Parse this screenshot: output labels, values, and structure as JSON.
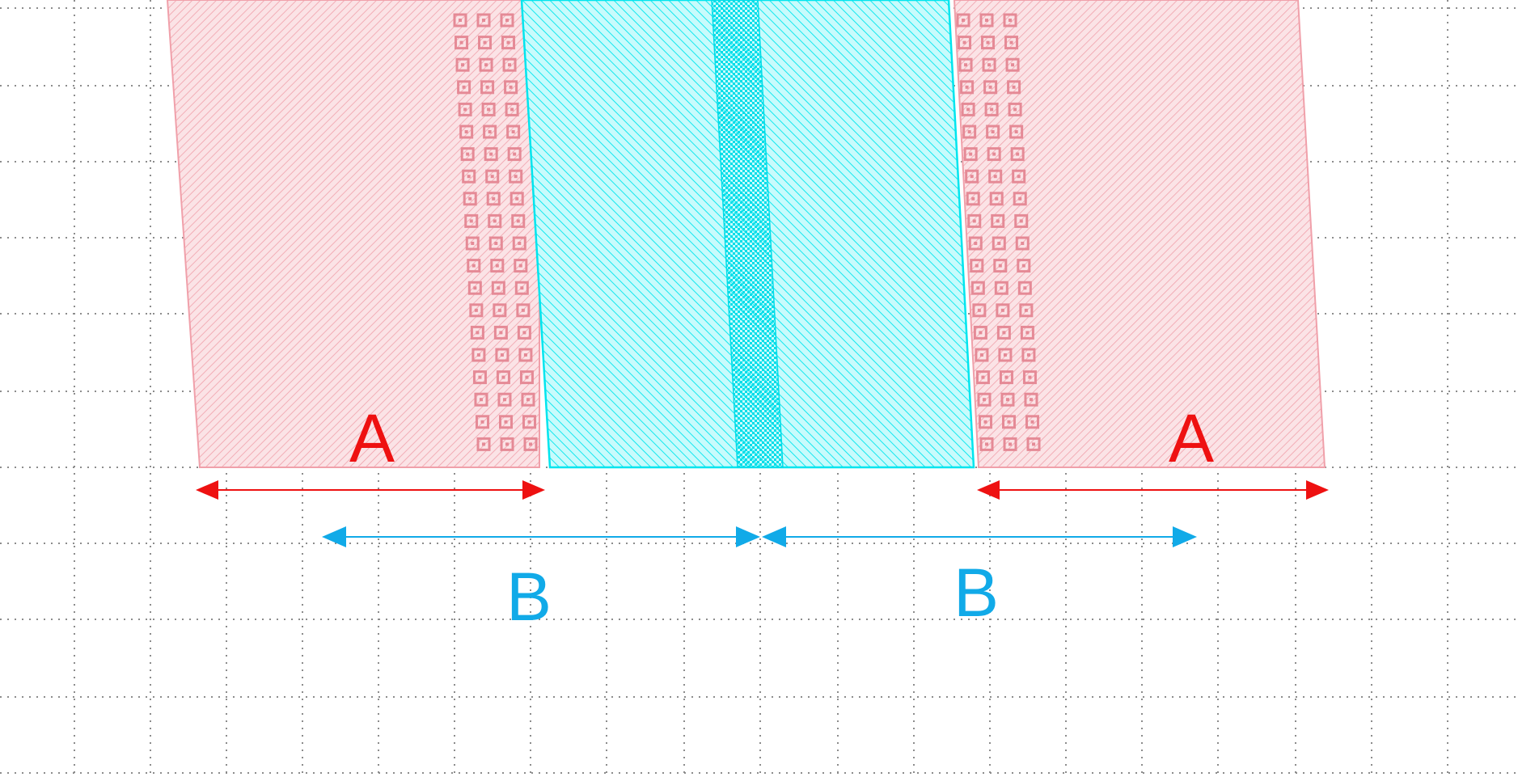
{
  "colors": {
    "background": "#ffffff",
    "grid": "#8c8c8c",
    "region_a": "#f0a0aa",
    "region_a_fill": "#fbe3e6",
    "contact": "#e58a96",
    "region_b": "#00e5ee",
    "region_b_fill": "#c8fbfc",
    "dimension_a": "#ee1111",
    "dimension_b": "#11aae8"
  },
  "labels": {
    "a_left": "A",
    "a_right": "A",
    "b_left": "B",
    "b_right": "B"
  }
}
